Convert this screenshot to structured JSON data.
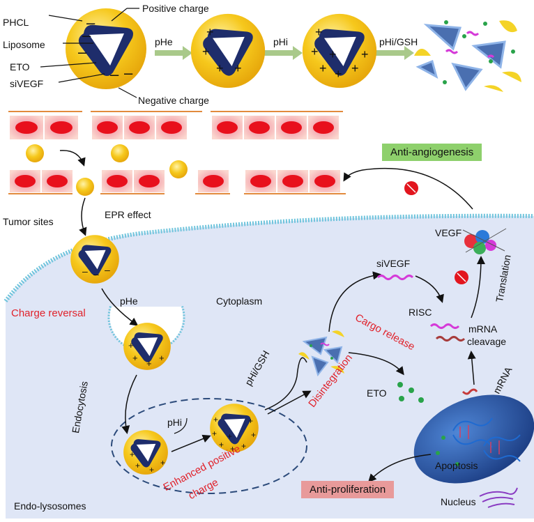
{
  "legend": {
    "phcl": "PHCL",
    "liposome": "Liposome",
    "eto": "ETO",
    "sivegf": "siVEGF",
    "positive_charge": "Positive charge",
    "negative_charge": "Negative charge"
  },
  "top_steps": [
    "pHe",
    "pHi",
    "pHi/GSH"
  ],
  "labels": {
    "tumor_sites": "Tumor sites",
    "epr_effect": "EPR effect",
    "ph_e": "pHe",
    "charge_reversal": "Charge reversal",
    "cytoplasm": "Cytoplasm",
    "endocytosis": "Endocytosis",
    "endo_lysosomes": "Endo-lysosomes",
    "ph_i": "pHi",
    "enhanced_positive": "Enhanced positive",
    "charge": "charge",
    "ph_i_gsh": "pHi/GSH",
    "disintegration": "Disintegration",
    "cargo_release": "Cargo release",
    "sivegf": "siVEGF",
    "eto": "ETO",
    "risc": "RISC",
    "mrna_cleavage_1": "mRNA",
    "mrna_cleavage_2": "cleavage",
    "mrna": "mRNA",
    "vegf": "VEGF",
    "translation": "Translation",
    "apoptosis": "Apoptosis",
    "nucleus": "Nucleus",
    "anti_angiogenesis": "Anti-angiogenesis",
    "anti_proliferation": "Anti-proliferation"
  },
  "colors": {
    "nanoparticle_yellow": "#f5c518",
    "liposome_navy": "#1e2d6b",
    "cell_fill": "#dfe6f6",
    "membrane": "#6fc4dc",
    "endothelial_pink": "#f4a6b4",
    "nucleus_red": "#e8101c",
    "nucleus_blue": "#2b5aa8",
    "arrow_green": "#a9c98a",
    "anti_angio_box": "#8ed06c",
    "anti_prolif_box": "#e89a9a",
    "label_red": "#e0222b"
  }
}
